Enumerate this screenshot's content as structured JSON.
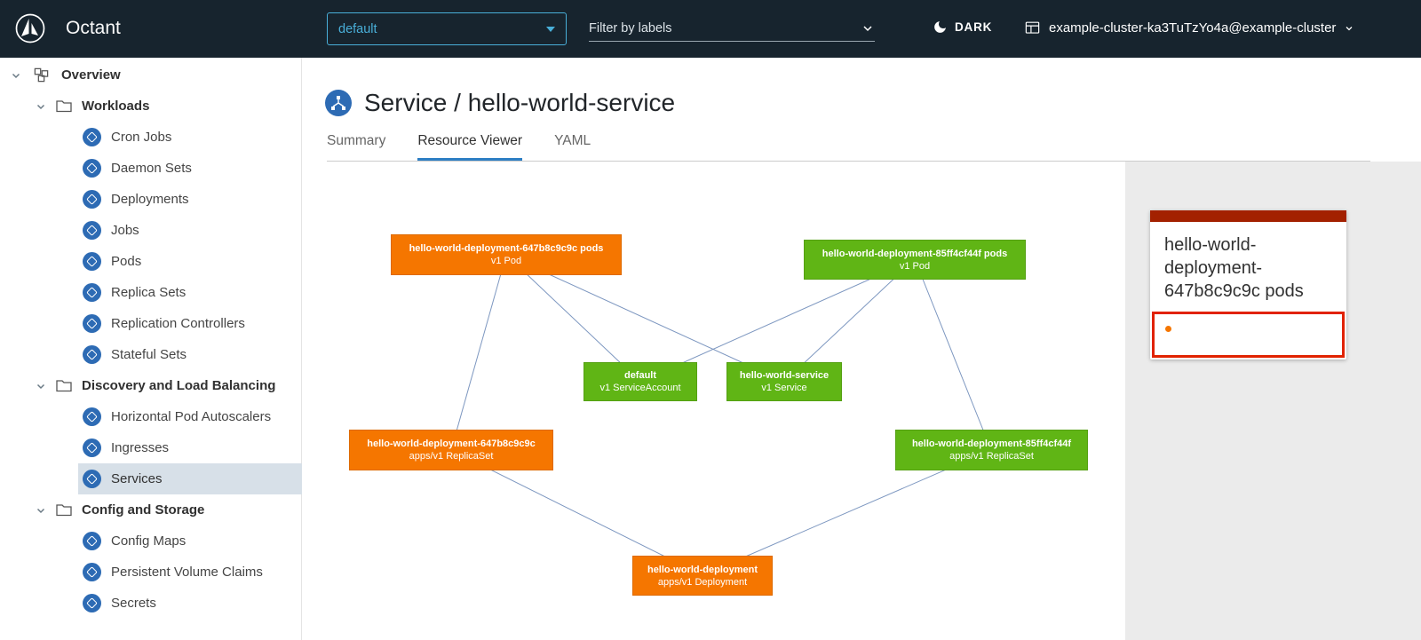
{
  "header": {
    "app_name": "Octant",
    "namespace": "default",
    "filter_placeholder": "Filter by labels",
    "theme_label": "DARK",
    "cluster": "example-cluster-ka3TuTzYo4a@example-cluster"
  },
  "sidebar": {
    "overview_label": "Overview",
    "selected_item": "Services",
    "groups": [
      {
        "label": "Workloads",
        "items": [
          "Cron Jobs",
          "Daemon Sets",
          "Deployments",
          "Jobs",
          "Pods",
          "Replica Sets",
          "Replication Controllers",
          "Stateful Sets"
        ]
      },
      {
        "label": "Discovery and Load Balancing",
        "items": [
          "Horizontal Pod Autoscalers",
          "Ingresses",
          "Services"
        ]
      },
      {
        "label": "Config and Storage",
        "items": [
          "Config Maps",
          "Persistent Volume Claims",
          "Secrets"
        ]
      }
    ]
  },
  "main": {
    "title": "Service / hello-world-service",
    "tabs": [
      {
        "label": "Summary",
        "active": false
      },
      {
        "label": "Resource Viewer",
        "active": true
      },
      {
        "label": "YAML",
        "active": false
      }
    ]
  },
  "graph": {
    "nodes": [
      {
        "id": "pod-647",
        "label": "hello-world-deployment-647b8c9c9c pods",
        "sub": "v1 Pod",
        "status": "warning"
      },
      {
        "id": "pod-85",
        "label": "hello-world-deployment-85ff4cf44f pods",
        "sub": "v1 Pod",
        "status": "ok"
      },
      {
        "id": "serviceaccount",
        "label": "default",
        "sub": "v1 ServiceAccount",
        "status": "ok"
      },
      {
        "id": "service",
        "label": "hello-world-service",
        "sub": "v1 Service",
        "status": "ok"
      },
      {
        "id": "replicaset-647",
        "label": "hello-world-deployment-647b8c9c9c",
        "sub": "apps/v1 ReplicaSet",
        "status": "warning"
      },
      {
        "id": "replicaset-85",
        "label": "hello-world-deployment-85ff4cf44f",
        "sub": "apps/v1 ReplicaSet",
        "status": "ok"
      },
      {
        "id": "deployment",
        "label": "hello-world-deployment",
        "sub": "apps/v1 Deployment",
        "status": "warning"
      }
    ],
    "edges": [
      [
        "pod-647",
        "serviceaccount"
      ],
      [
        "pod-647",
        "service"
      ],
      [
        "pod-647",
        "replicaset-647"
      ],
      [
        "pod-85",
        "serviceaccount"
      ],
      [
        "pod-85",
        "service"
      ],
      [
        "pod-85",
        "replicaset-85"
      ],
      [
        "replicaset-647",
        "deployment"
      ],
      [
        "replicaset-85",
        "deployment"
      ]
    ]
  },
  "detail_panel": {
    "title": "hello-world-deployment-647b8c9c9c pods"
  },
  "colors": {
    "header_bg": "#17242e",
    "accent_blue": "#49afd9",
    "node_warning_orange": "#f57600",
    "node_ok_green": "#60b515",
    "edge_line": "#7d97c0",
    "active_tab_underline": "#2d7ec4",
    "card_accent_red": "#a32100",
    "selection_border_red": "#e12200",
    "panel_bg": "#ebebeb",
    "sidebar_selected_bg": "#d7e0e8",
    "resource_icon_blue": "#2d6bb4"
  }
}
